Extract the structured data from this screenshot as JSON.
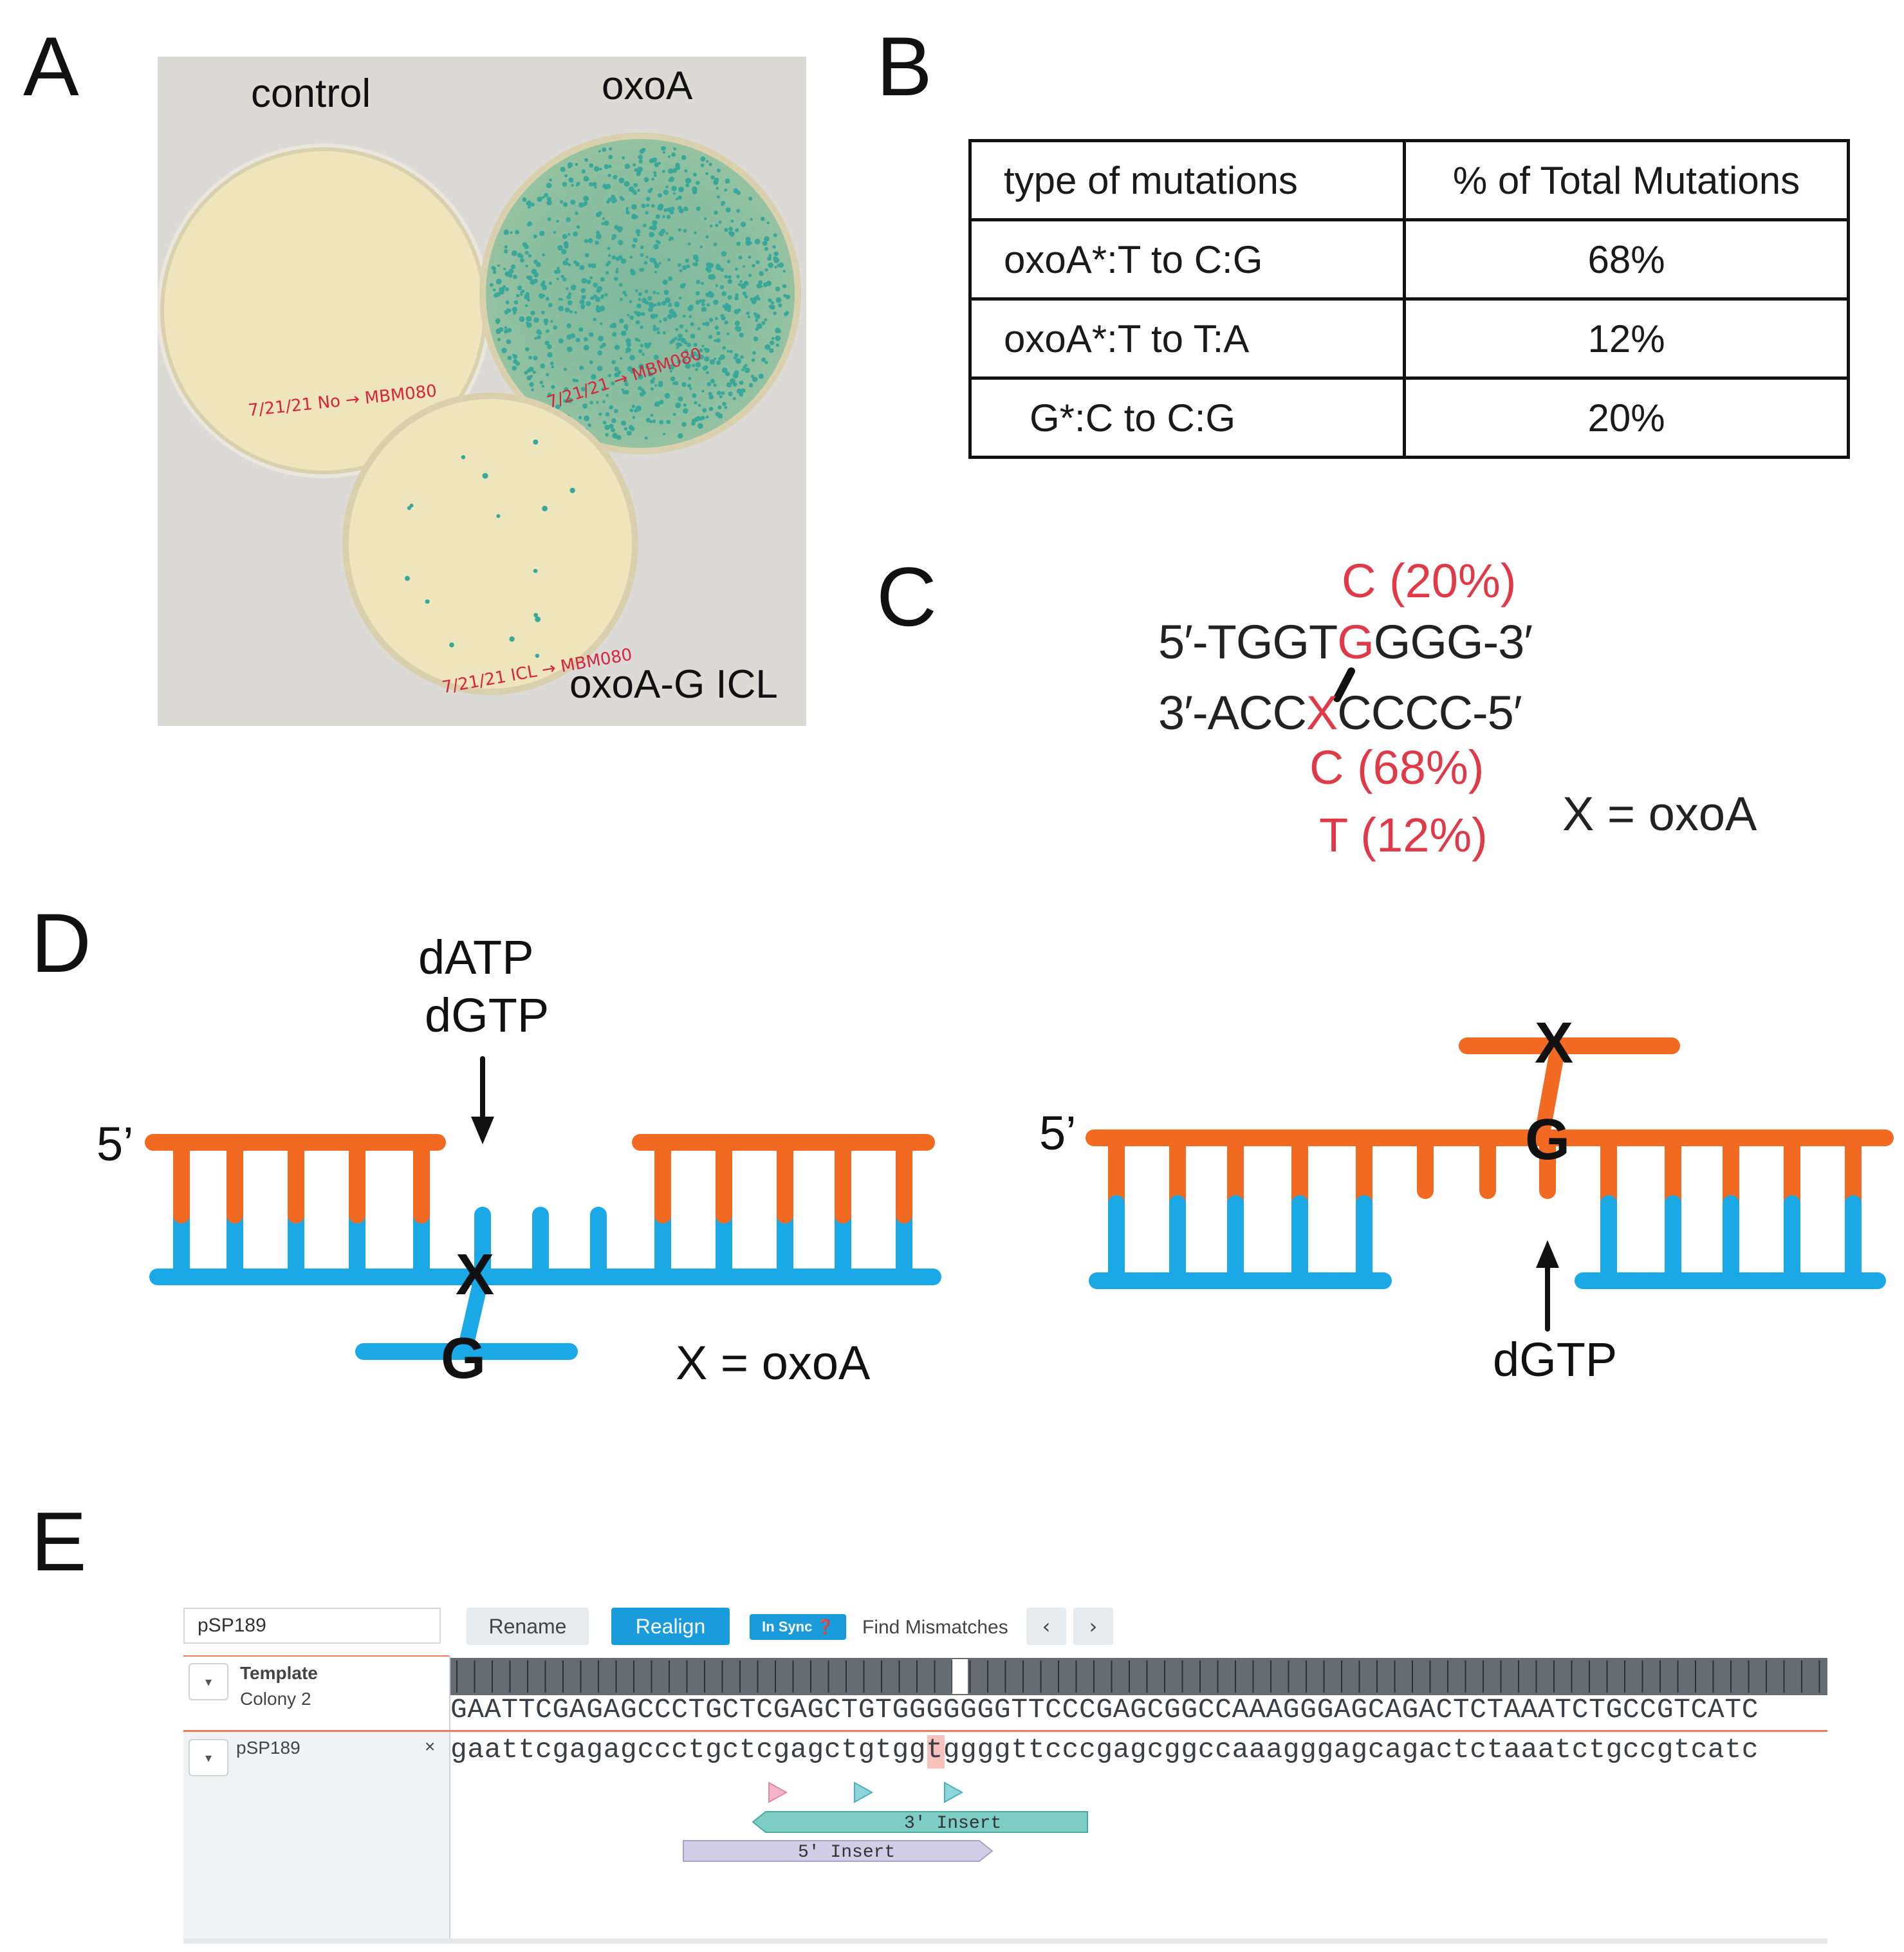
{
  "panels": {
    "a": {
      "letter": "A"
    },
    "b": {
      "letter": "B"
    },
    "c": {
      "letter": "C"
    },
    "d": {
      "letter": "D"
    },
    "e": {
      "letter": "E"
    }
  },
  "panel_a": {
    "labels": {
      "control": "control",
      "oxoa": "oxoA",
      "icl": "oxoA-G ICL"
    },
    "plate_writing": {
      "control": "7/21/21 No → MBM080",
      "oxoa": "7/21/21 → MBM080",
      "icl": "7/21/21 ICL → MBM080"
    },
    "colors": {
      "agar": "#efe5bd",
      "colony": "#3aa79b",
      "marker": "#d8243a",
      "backdrop": "#dcdad6"
    }
  },
  "panel_b": {
    "headers": [
      "type of mutations",
      "% of Total Mutations"
    ],
    "rows": [
      [
        "oxoA*:T to C:G",
        "68%"
      ],
      [
        "oxoA*:T to T:A",
        "12%"
      ],
      [
        "G*:C to C:G",
        "20%"
      ]
    ]
  },
  "panel_c": {
    "top_pct": "C (20%)",
    "top_strand": {
      "left": "5′-TGGT",
      "mid": "G",
      "right": "GGG-3′"
    },
    "bottom_strand": {
      "left": "3′-ACC",
      "mid": "X",
      "right": "CCCC-5′"
    },
    "bottom_pct_1": "C (68%)",
    "bottom_pct_2": "T (12%)",
    "legend": "X = oxoA"
  },
  "panel_d": {
    "left": {
      "five_prime": "5’",
      "incoming_1": "dATP",
      "incoming_2": "dGTP",
      "x": "X",
      "g": "G",
      "legend": "X = oxoA"
    },
    "right": {
      "five_prime": "5’",
      "x": "X",
      "g": "G",
      "incoming": "dGTP"
    },
    "colors": {
      "orange": "#f26a21",
      "blue": "#1ba8e6"
    }
  },
  "panel_e": {
    "name_input_value": "pSP189",
    "toolbar": {
      "rename": "Rename",
      "realign": "Realign",
      "in_sync": "In Sync ❓",
      "find_mismatches": "Find Mismatches",
      "prev": "‹",
      "next": "›"
    },
    "rows": {
      "template_title": "Template",
      "template_sub": "Colony 2",
      "ref_name": "pSP189",
      "close": "×"
    },
    "template_sequence": "GAATTCGAGAGCCCTGCTCGAGCTGTGGGGGGGTTCCCGAGCGGCCAAAGGGAGCAGACTCTAAATCTGCCGTCATC",
    "reference_sequence": "gaattcgagagccctgctcgagctgtggtggggttcccgagcggccaaagggagcagactctaaatctgccgtcatc",
    "features": {
      "three_prime": "3′ Insert",
      "five_prime": "5′ Insert"
    },
    "colors": {
      "accent": "#1a9cdc",
      "ruler": "#676c73",
      "mismatch": "#f6c2bb",
      "feature_3": "#7ecdc4",
      "feature_5": "#d2cde6"
    }
  }
}
